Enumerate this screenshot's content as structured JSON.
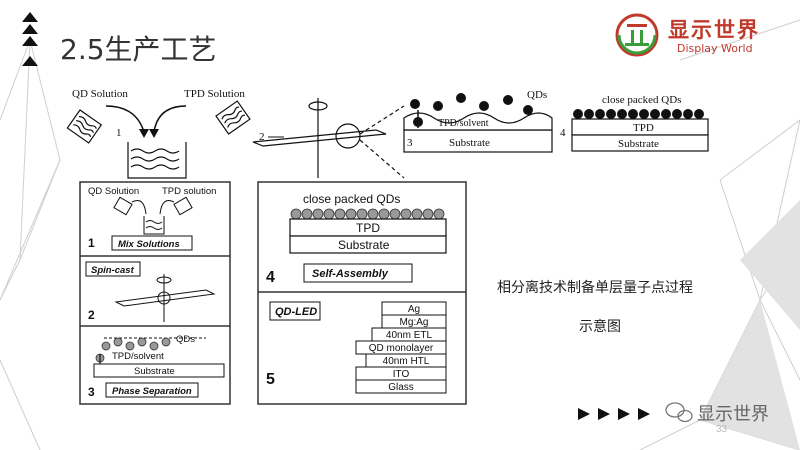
{
  "slide": {
    "title": "2.5生产工艺",
    "logo_cn": "显示世界",
    "logo_en": "Display World",
    "caption_line1": "相分离技术制备单层量子点过程",
    "caption_line2": "示意图",
    "footer_brand": "显示世界",
    "page_number": "33"
  },
  "figure_top": {
    "qd_solution": "QD Solution",
    "tpd_solution": "TPD Solution",
    "step1": "1",
    "step2": "2",
    "step3": "3",
    "step4": "4",
    "qds": "QDs",
    "tpd_solvent": "TPD/solvent",
    "substrate_3": "Substrate",
    "close_packed": "close packed QDs",
    "tpd_4": "TPD",
    "substrate_4": "Substrate"
  },
  "figure_bottom": {
    "qd_solution": "QD Solution",
    "tpd_solution": "TPD solution",
    "step1": "1",
    "mix": "Mix Solutions",
    "spincast": "Spin-cast",
    "step2": "2",
    "qds": "QDs",
    "tpd_solvent": "TPD/solvent",
    "substrate": "Substrate",
    "step3": "3",
    "phase": "Phase Separation",
    "close_packed": "close packed QDs",
    "tpd": "TPD",
    "substrate_4": "Substrate",
    "step4": "4",
    "self_assembly": "Self-Assembly",
    "qdled": "QD-LED",
    "layers": [
      "Ag",
      "Mg:Ag",
      "40nm ETL",
      "QD monolayer",
      "40nm HTL",
      "ITO",
      "Glass"
    ],
    "step5": "5"
  },
  "colors": {
    "logo_red": "#c0392b",
    "logo_green": "#3a9d3a",
    "qd_fill": "#999999",
    "frame": "#333333"
  }
}
